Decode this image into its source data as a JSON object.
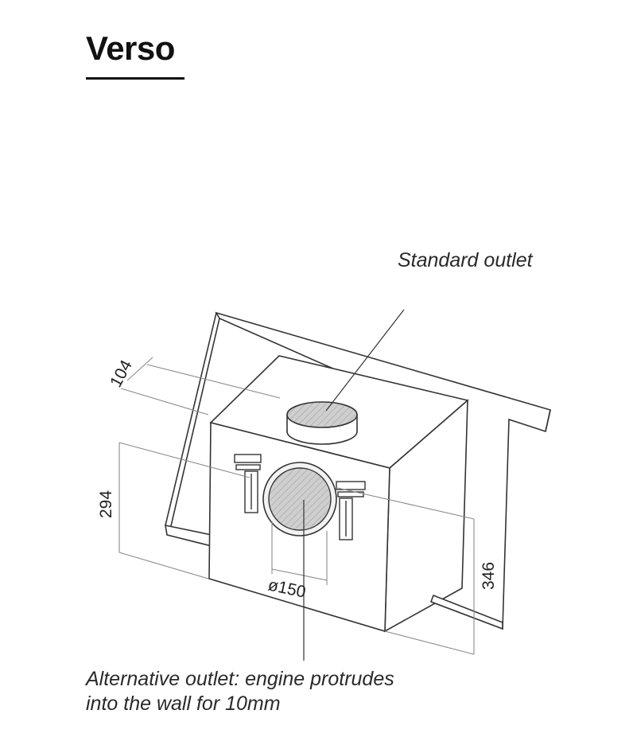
{
  "title": "Verso",
  "labels": {
    "standard_outlet": "Standard outlet",
    "alternative_outlet_line1": "Alternative outlet: engine protrudes",
    "alternative_outlet_line2": "into the wall for 10mm"
  },
  "dimensions": {
    "depth": "104",
    "height": "294",
    "overall_height": "346",
    "outlet_diameter": "ø150"
  },
  "colors": {
    "line": "#333333",
    "dim_line": "#8a8a8a",
    "outlet_fill": "#c9c9c9"
  }
}
